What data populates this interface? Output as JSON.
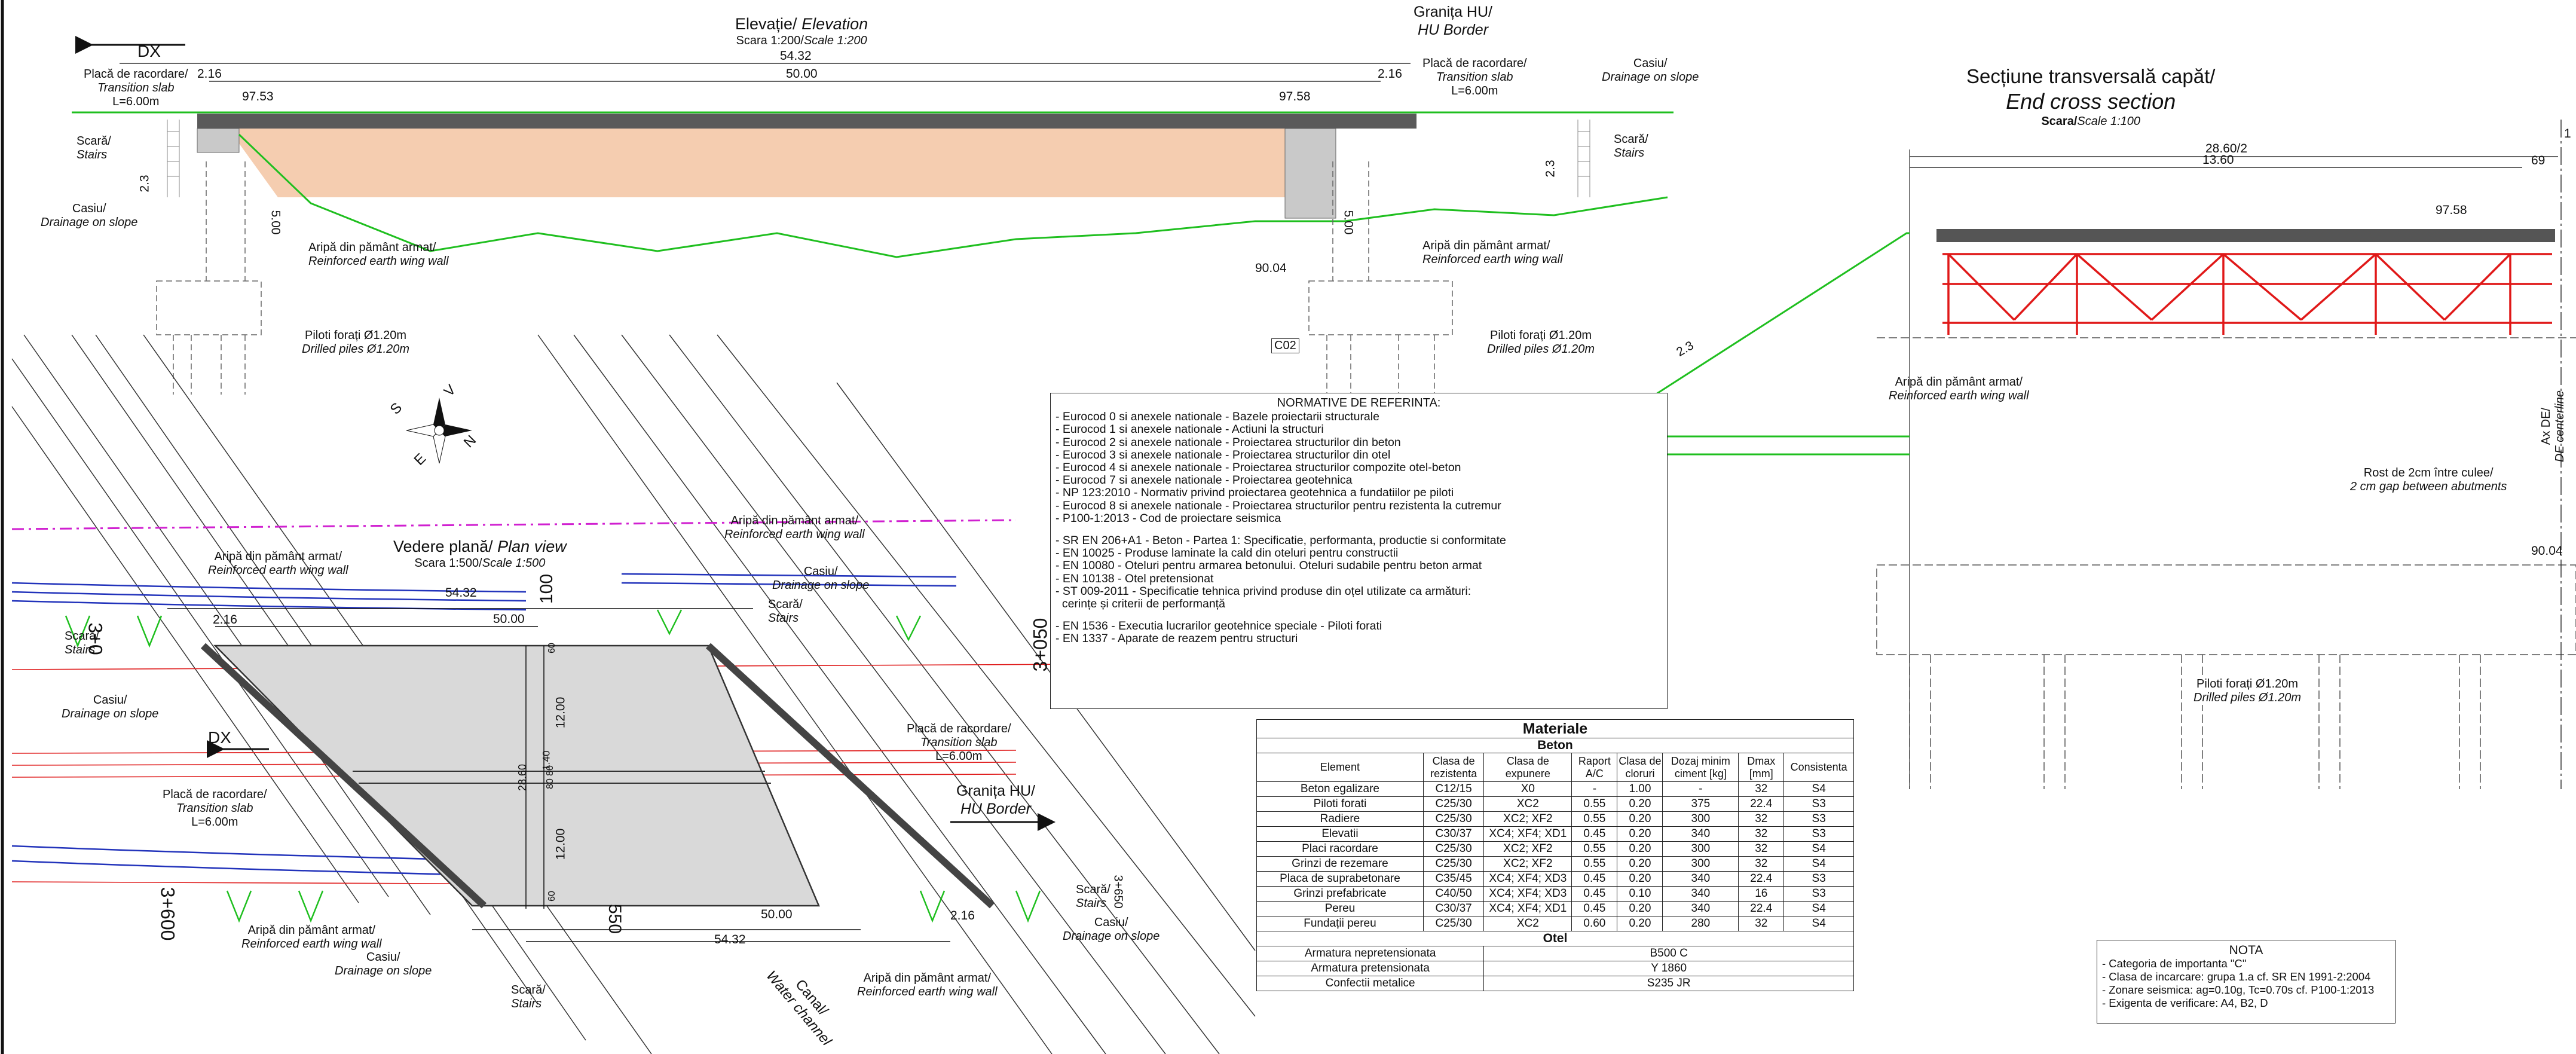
{
  "colors": {
    "deck": "#5a5a5a",
    "fill": "#f5cdb0",
    "ground": "#1fbf1f",
    "steel": "#e01818",
    "water": "#2233bb",
    "boundary": "#d020d0",
    "slab": "#d9d9d9"
  },
  "elevation": {
    "title_ro": "Elevație/",
    "title_en": "Elevation",
    "scale_ro": "Scara 1:200/",
    "scale_en": "Scale 1:200",
    "dx": "DX",
    "border_ro": "Granița HU/",
    "border_en": "HU Border",
    "dims": {
      "total": "54.32",
      "span": "50.00",
      "left_slab": "2.16",
      "right_slab": "2.16",
      "left_level": "97.53",
      "right_level": "97.58",
      "left_depth": "5.00",
      "right_depth": "5.00",
      "base_level": "90.04",
      "slope_left": "2.3",
      "slope_right": "2.3"
    },
    "transition_left_ro": "Placă de racordare/",
    "transition_left_en": "Transition slab",
    "transition_left_len": "L=6.00m",
    "transition_right_ro": "Placă de racordare/",
    "transition_right_en": "Transition slab",
    "transition_right_len": "L=6.00m",
    "stairs_left_ro": "Scară/",
    "stairs_left_en": "Stairs",
    "stairs_right_ro": "Scară/",
    "stairs_right_en": "Stairs",
    "drain_left_ro": "Casiu/",
    "drain_left_en": "Drainage on slope",
    "drain_right_ro": "Casiu/",
    "drain_right_en": "Drainage on slope",
    "wing_left_ro": "Aripă din pământ armat/",
    "wing_left_en": "Reinforced earth wing wall",
    "wing_right_ro": "Aripă din pământ armat/",
    "wing_right_en": "Reinforced earth wing wall",
    "piles_left_ro": "Piloti forați Ø1.20m",
    "piles_left_en": "Drilled piles Ø1.20m",
    "piles_right_ro": "Piloti forați Ø1.20m",
    "piles_right_en": "Drilled piles Ø1.20m",
    "tag": "C02"
  },
  "plan": {
    "title_ro": "Vedere plană/",
    "title_en": "Plan view",
    "scale_ro": "Scara 1:500/",
    "scale_en": "Scale 1:500",
    "dx": "DX",
    "border_ro": "Granița HU/",
    "border_en": "HU Border",
    "dims": {
      "top_total": "54.32",
      "top_span": "50.00",
      "top_slab": "2.16",
      "bottom_total": "54.32",
      "bottom_span": "50.00",
      "bottom_slab": "2.16",
      "w1": "12.00",
      "w2": "12.00",
      "w_total": "28.60",
      "w_mid": "1.40",
      "w_a": "80",
      "w_b": "80",
      "w_top": "60",
      "w_bot": "60"
    },
    "chainage_left_top": "3+0",
    "chainage_right_top": "3+050",
    "chainage_left_bottom": "3+600",
    "chainage_right_bottom": "3+650",
    "chainage_mid_top": "100",
    "chainage_mid_bottom": "550",
    "wing_tl_ro": "Aripă din pământ armat/",
    "wing_tl_en": "Reinforced earth wing wall",
    "wing_tr_ro": "Aripă din pământ armat/",
    "wing_tr_en": "Reinforced earth wing wall",
    "wing_bl_ro": "Aripă din pământ armat/",
    "wing_bl_en": "Reinforced earth wing wall",
    "wing_br_ro": "Aripă din pământ armat/",
    "wing_br_en": "Reinforced earth wing wall",
    "stairs_l_ro": "Scară/",
    "stairs_l_en": "Stairs",
    "stairs_tr_ro": "Scară/",
    "stairs_tr_en": "Stairs",
    "stairs_b_ro": "Scară/",
    "stairs_b_en": "Stairs",
    "stairs_br_ro": "Scară/",
    "stairs_br_en": "Stairs",
    "drain_l_ro": "Casiu/",
    "drain_l_en": "Drainage on slope",
    "drain_tr_ro": "Casiu/",
    "drain_tr_en": "Drainage on slope",
    "drain_b_ro": "Casiu/",
    "drain_b_en": "Drainage on slope",
    "drain_br_ro": "Casiu/",
    "drain_br_en": "Drainage on slope",
    "slab_l_ro": "Placă de racordare/",
    "slab_l_en": "Transition slab",
    "slab_l_len": "L=6.00m",
    "slab_r_ro": "Placă de racordare/",
    "slab_r_en": "Transition slab",
    "slab_r_len": "L=6.00m",
    "canal_ro": "Canal/",
    "canal_en": "Water channel",
    "compass": {
      "s": "S",
      "v": "V",
      "n": "N",
      "e": "E"
    }
  },
  "norms": {
    "heading": "NORMATIVE DE REFERINTA:",
    "group1": [
      "- Eurocod 0 si anexele nationale - Bazele proiectarii structurale",
      "- Eurocod 1 si anexele nationale - Actiuni la structuri",
      "- Eurocod 2 si anexele nationale - Proiectarea structurilor din beton",
      "- Eurocod 3 si anexele nationale - Proiectarea structurilor din otel",
      "- Eurocod 4 si anexele nationale - Proiectarea structurilor compozite otel-beton",
      "- Eurocod 7 si anexele nationale - Proiectarea geotehnica",
      "- NP 123:2010 - Normativ privind proiectarea geotehnica a fundatiilor pe piloti",
      "- Eurocod 8 si anexele nationale - Proiectarea structurilor pentru rezistenta la cutremur",
      "- P100-1:2013 - Cod de proiectare seismica"
    ],
    "group2": [
      "- SR EN 206+A1 - Beton - Partea 1: Specificatie, performanta, productie si conformitate",
      "- EN 10025 - Produse laminate la cald din oteluri pentru constructii",
      "- EN 10080 - Oteluri pentru armarea betonului. Oteluri sudabile pentru beton armat",
      "- EN 10138 - Otel pretensionat",
      "- ST 009-2011 - Specificatie tehnica privind produse din oțel utilizate ca armături:",
      "  cerințe și criterii de performanță"
    ],
    "group3": [
      "- EN 1536 - Executia lucrarilor geotehnice speciale - Piloti forati",
      "- EN 1337 - Aparate de reazem pentru structuri"
    ]
  },
  "materials": {
    "title": "Materiale",
    "concrete_heading": "Beton",
    "steel_heading": "Otel",
    "headers": [
      "Element",
      "Clasa de rezistenta",
      "Clasa de expunere",
      "Raport A/C",
      "Clasa de cloruri",
      "Dozaj minim ciment [kg]",
      "Dmax [mm]",
      "Consistenta"
    ],
    "rows": [
      [
        "Beton egalizare",
        "C12/15",
        "X0",
        "-",
        "1.00",
        "-",
        "32",
        "S4"
      ],
      [
        "Piloti forati",
        "C25/30",
        "XC2",
        "0.55",
        "0.20",
        "375",
        "22.4",
        "S3"
      ],
      [
        "Radiere",
        "C25/30",
        "XC2; XF2",
        "0.55",
        "0.20",
        "300",
        "32",
        "S3"
      ],
      [
        "Elevatii",
        "C30/37",
        "XC4; XF4; XD1",
        "0.45",
        "0.20",
        "340",
        "32",
        "S3"
      ],
      [
        "Placi racordare",
        "C25/30",
        "XC2; XF2",
        "0.55",
        "0.20",
        "300",
        "32",
        "S4"
      ],
      [
        "Grinzi de rezemare",
        "C25/30",
        "XC2; XF2",
        "0.55",
        "0.20",
        "300",
        "32",
        "S4"
      ],
      [
        "Placa de suprabetonare",
        "C35/45",
        "XC4; XF4; XD3",
        "0.45",
        "0.20",
        "340",
        "22.4",
        "S3"
      ],
      [
        "Grinzi prefabricate",
        "C40/50",
        "XC4; XF4; XD3",
        "0.45",
        "0.10",
        "340",
        "16",
        "S3"
      ],
      [
        "Pereu",
        "C30/37",
        "XC4; XF4; XD1",
        "0.45",
        "0.20",
        "340",
        "22.4",
        "S4"
      ],
      [
        "Fundații pereu",
        "C25/30",
        "XC2",
        "0.60",
        "0.20",
        "280",
        "32",
        "S4"
      ]
    ],
    "steel_rows": [
      [
        "Armatura nepretensionata",
        "B500 C"
      ],
      [
        "Armatura pretensionata",
        "Y 1860"
      ],
      [
        "Confectii metalice",
        "S235 JR"
      ]
    ]
  },
  "section": {
    "title_ro": "Secțiune transversală capăt/",
    "title_en": "End cross section",
    "scale_ro": "Scara/",
    "scale_en": "Scale 1:100",
    "dims": {
      "half_width": "28.60/2",
      "inner": "13.60",
      "right_a": "69",
      "right_b": "1",
      "deck_level": "97.58",
      "base_level": "90.04",
      "slope": "2.3"
    },
    "wing_ro": "Aripă din pământ armat/",
    "wing_en": "Reinforced earth wing wall",
    "gap_ro": "Rost de 2cm între culee/",
    "gap_en": "2 cm gap between abutments",
    "axis_ro": "Ax DE/",
    "axis_en": "DE centerline",
    "piles_ro": "Piloti forați Ø1.20m",
    "piles_en": "Drilled piles Ø1.20m"
  },
  "note": {
    "heading": "NOTA",
    "items": [
      "- Categoria de importanta \"C\"",
      "- Clasa de incarcare: grupa 1.a cf. SR EN 1991-2:2004",
      "- Zonare seismica: ag=0.10g, Tc=0.70s cf. P100-1:2013",
      "- Exigenta de verificare: A4, B2, D"
    ]
  }
}
